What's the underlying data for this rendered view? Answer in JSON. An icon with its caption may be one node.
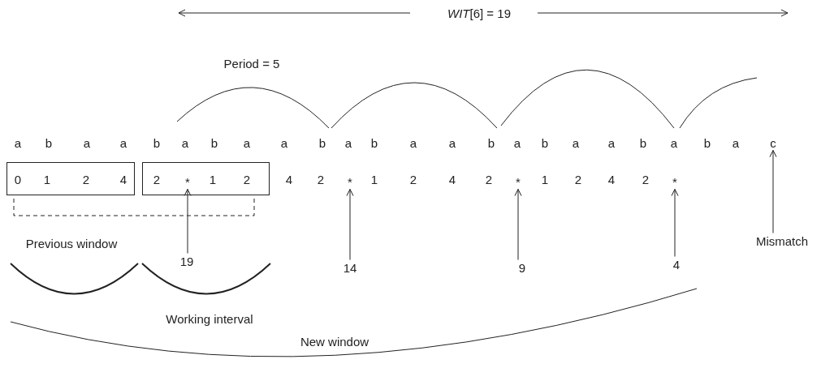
{
  "diagram": {
    "nodes": [
      {
        "text": [],
        "shape": "box"
      },
      {
        "text": [
          "0"
        ],
        "in": 0
      },
      {
        "text": [
          "1"
        ],
        "in": 0
      },
      {
        "text": [
          "2"
        ],
        "in": 0
      },
      {
        "text": [
          "4"
        ],
        "in": 0
      },
      {
        "text": [],
        "shape": "box"
      },
      {
        "text": [
          "2"
        ],
        "in": 5
      },
      {
        "text": [
          "*"
        ],
        "in": 5
      },
      {
        "text": [
          "1"
        ],
        "in": 5
      },
      {
        "text": [
          "2"
        ],
        "in": 5
      },
      {
        "text": [
          "*"
        ]
      },
      {
        "text": [
          "*"
        ]
      },
      {
        "text": [
          "*"
        ]
      },
      {
        "text": [
          "c"
        ]
      },
      {
        "text": [
          "19"
        ]
      },
      {
        "text": [
          "14"
        ]
      },
      {
        "text": [
          "9"
        ]
      },
      {
        "text": [
          "4"
        ]
      },
      {
        "text": [
          "Mismatch"
        ]
      }
    ],
    "edges": [
      {
        "from": 14,
        "to": 7,
        "arrow": "to"
      },
      {
        "from": 15,
        "to": 10,
        "arrow": "to"
      },
      {
        "from": 16,
        "to": 11,
        "arrow": "to"
      },
      {
        "from": 17,
        "to": 12,
        "arrow": "to"
      },
      {
        "from": 18,
        "to": 13,
        "arrow": "to"
      }
    ],
    "labels": [
      "*WIT*[6] = 19",
      "Period = 5",
      "a",
      "b",
      "a",
      "a",
      "b",
      "a",
      "b",
      "a",
      "a",
      "b",
      "a",
      "b",
      "a",
      "a",
      "b",
      "a",
      "b",
      "a",
      "a",
      "b",
      "a",
      "b",
      "a",
      "4",
      "2",
      "1",
      "2",
      "4",
      "2",
      "1",
      "2",
      "4",
      "2",
      "Previous window",
      "Working interval",
      "New window"
    ]
  }
}
